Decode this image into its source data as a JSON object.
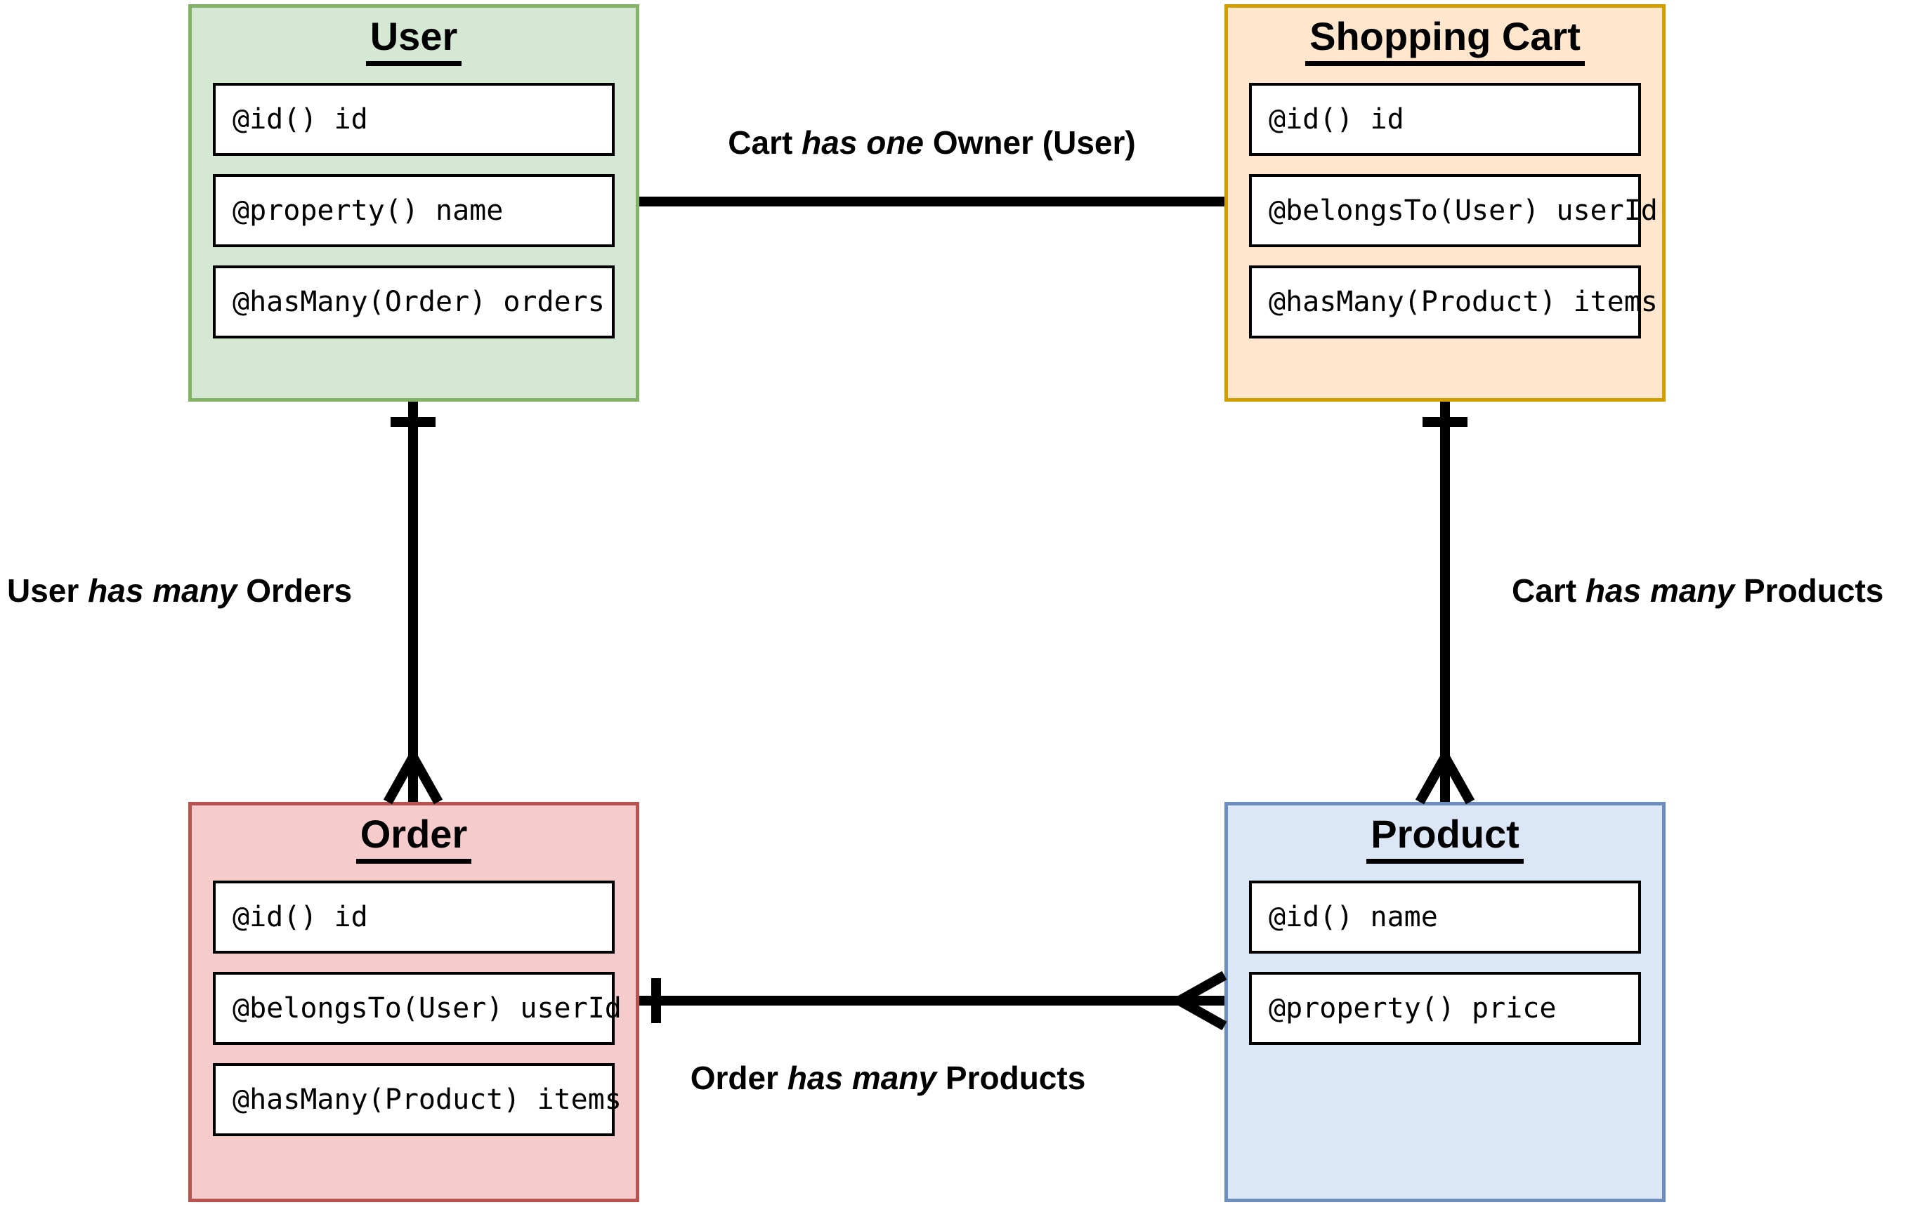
{
  "entities": {
    "user": {
      "title": "User",
      "fields": [
        "@id() id",
        "@property() name",
        "@hasMany(Order) orders"
      ]
    },
    "cart": {
      "title": "Shopping Cart",
      "fields": [
        "@id() id",
        "@belongsTo(User) userId",
        "@hasMany(Product) items"
      ]
    },
    "order": {
      "title": "Order",
      "fields": [
        "@id() id",
        "@belongsTo(User) userId",
        "@hasMany(Product) items"
      ]
    },
    "product": {
      "title": "Product",
      "fields": [
        "@id() name",
        "@property() price"
      ]
    }
  },
  "relationships": {
    "cart_owner": {
      "subject": "Cart",
      "verb": "has one",
      "object": "Owner (User)",
      "from": "User",
      "to": "Shopping Cart",
      "markers": "none"
    },
    "user_orders": {
      "subject": "User",
      "verb": "has many",
      "object": "Orders",
      "from": "User",
      "to": "Order",
      "from_cardinality": "one",
      "to_cardinality": "many"
    },
    "cart_products": {
      "subject": "Cart",
      "verb": "has many",
      "object": "Products",
      "from": "Shopping Cart",
      "to": "Product",
      "from_cardinality": "one",
      "to_cardinality": "many"
    },
    "order_products": {
      "subject": "Order",
      "verb": "has many",
      "object": "Products",
      "from": "Order",
      "to": "Product",
      "from_cardinality": "one",
      "to_cardinality": "many"
    }
  },
  "icons": {
    "cardinality_one": "single-tick-bar",
    "cardinality_many": "crow-foot"
  },
  "colors": {
    "background": "#ffffff",
    "line": "#000000",
    "user": {
      "fill": "#d5e8d4",
      "border": "#82b366"
    },
    "cart": {
      "fill": "#ffe6cc",
      "border": "#d29e00"
    },
    "order": {
      "fill": "#f5cccb",
      "border": "#b85450"
    },
    "product": {
      "fill": "#dbe6f7",
      "border": "#6d8ebe"
    }
  }
}
